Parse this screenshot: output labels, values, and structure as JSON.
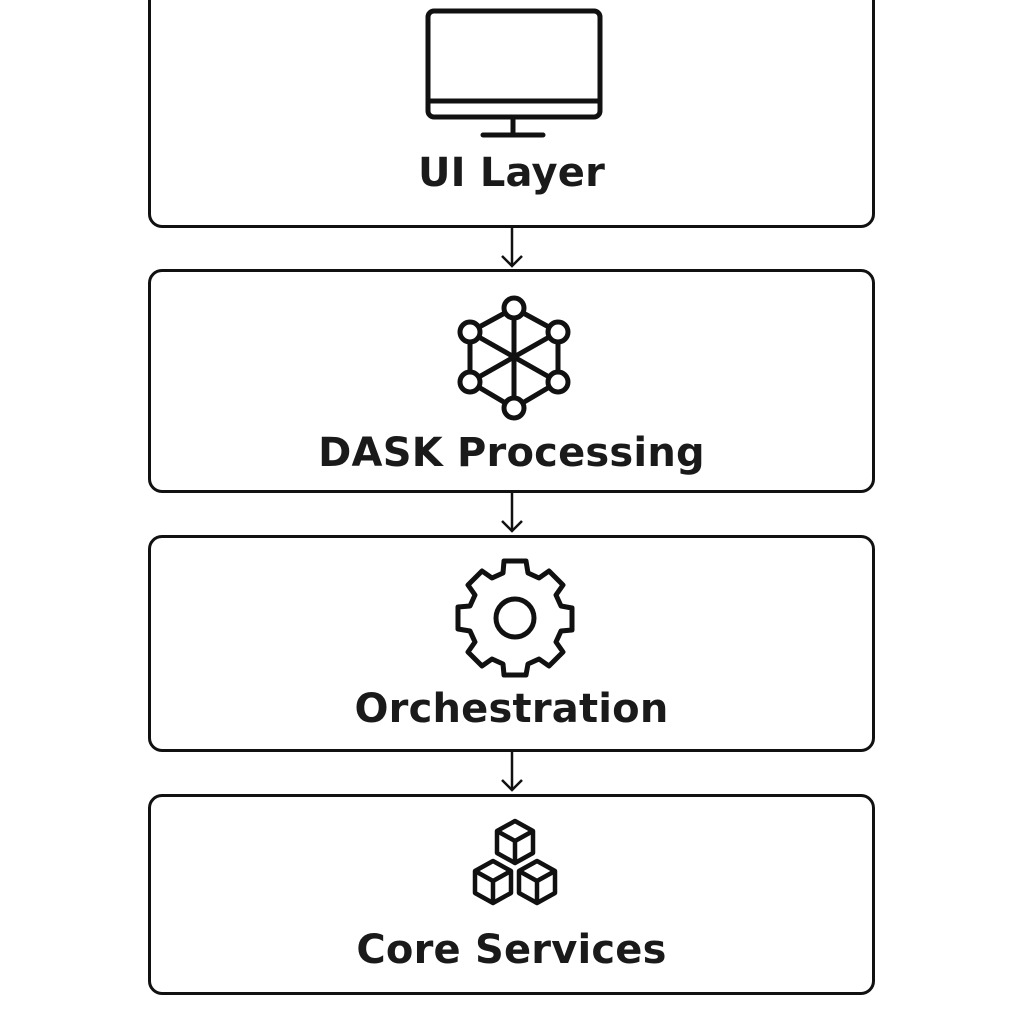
{
  "diagram": {
    "layers": [
      {
        "id": "ui",
        "label": "UI Layer",
        "icon": "monitor-icon"
      },
      {
        "id": "dask",
        "label": "DASK Processing",
        "icon": "network-graph-icon"
      },
      {
        "id": "orch",
        "label": "Orchestration",
        "icon": "gear-icon"
      },
      {
        "id": "core",
        "label": "Core Services",
        "icon": "cubes-icon"
      }
    ],
    "connectors": [
      {
        "from": "UI Layer",
        "to": "DASK Processing"
      },
      {
        "from": "DASK Processing",
        "to": "Orchestration"
      },
      {
        "from": "Orchestration",
        "to": "Core Services"
      }
    ],
    "colors": {
      "stroke": "#111111",
      "text": "#1a1a1a",
      "background": "#ffffff"
    }
  }
}
